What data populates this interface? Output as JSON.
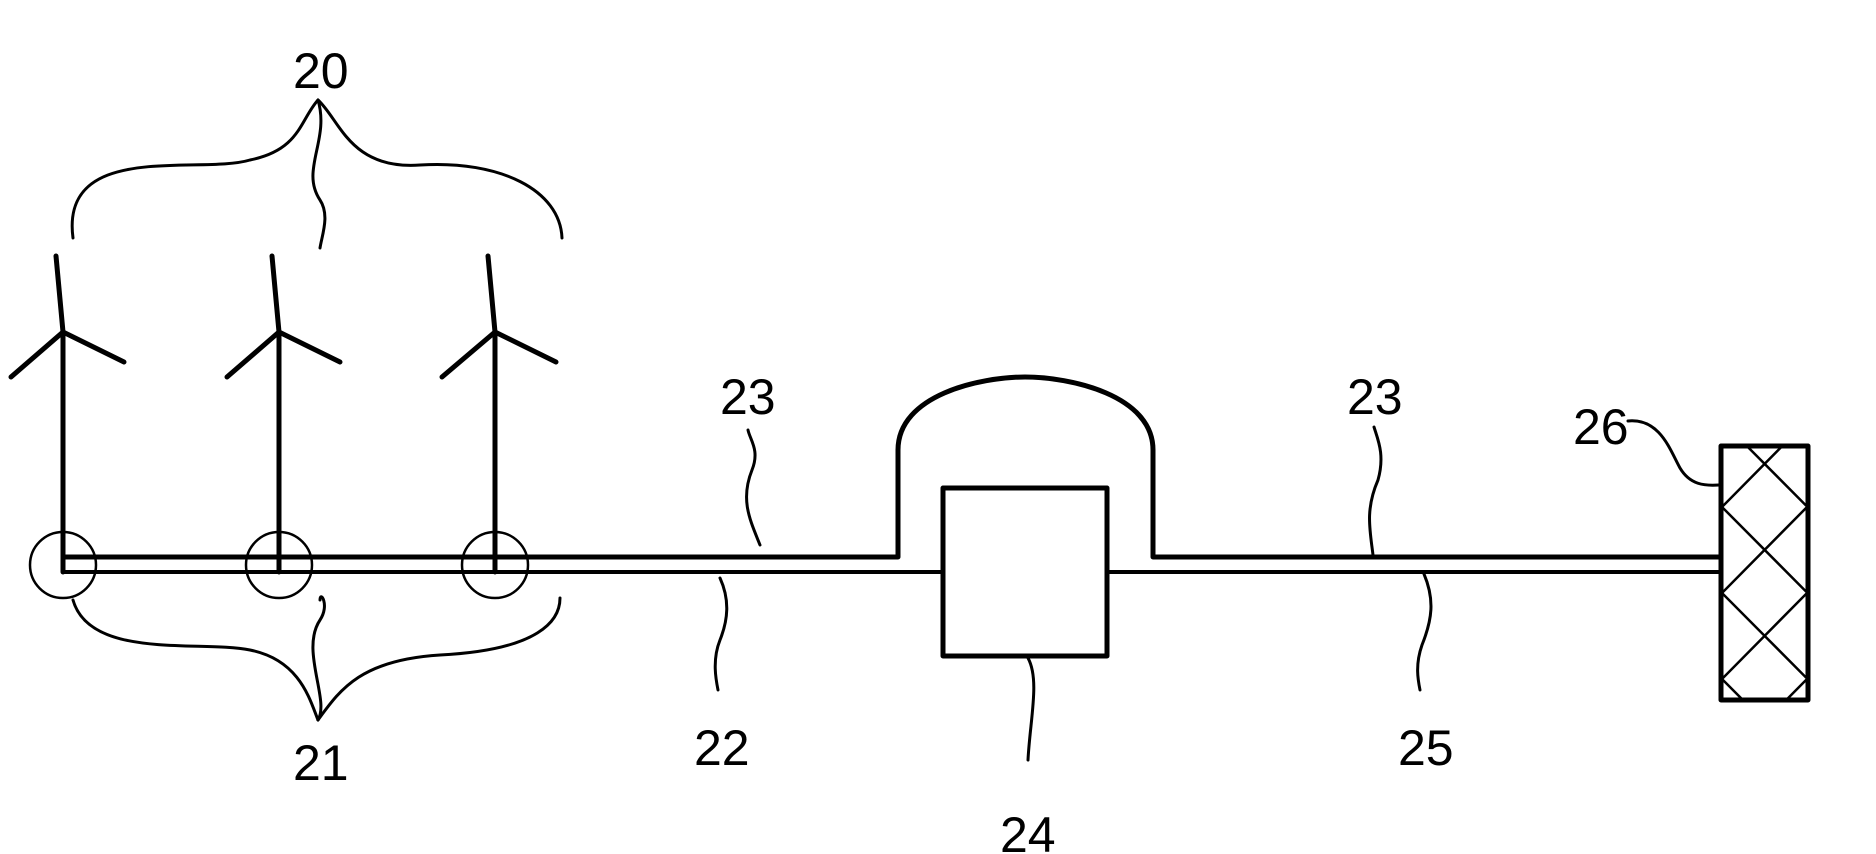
{
  "labels": {
    "turbines": "20",
    "junctions": "21",
    "collector_line": "22",
    "cable_left": "23",
    "cable_right": "23",
    "substation": "24",
    "transmission_line": "25",
    "grid": "26"
  },
  "colors": {
    "stroke": "#000000",
    "background": "#ffffff"
  }
}
